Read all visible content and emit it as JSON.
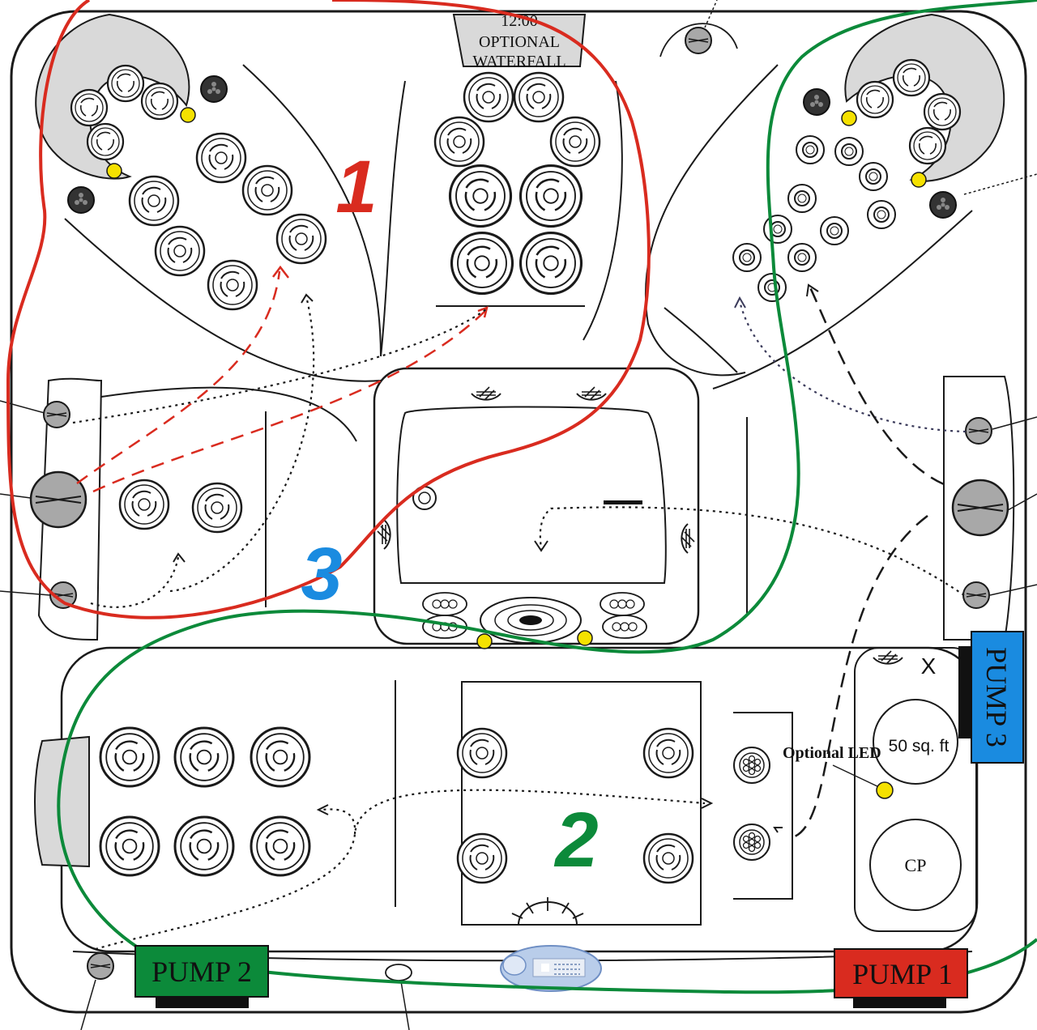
{
  "labels": {
    "waterfall_time": "12:00",
    "waterfall_line1": "OPTIONAL",
    "waterfall_line2": "WATERFALL",
    "optional_led": "Optional LED",
    "area": "50 sq. ft",
    "cp": "CP",
    "x_mark": "X"
  },
  "pumps": [
    {
      "id": "pump1",
      "label": "PUMP 1",
      "color": "#d92b1f"
    },
    {
      "id": "pump2",
      "label": "PUMP 2",
      "color": "#0c8a3a"
    },
    {
      "id": "pump3",
      "label": "PUMP 3",
      "color": "#1a8be0"
    }
  ],
  "zones": [
    {
      "id": "zone1",
      "label": "1",
      "color": "#d92b1f"
    },
    {
      "id": "zone2",
      "label": "2",
      "color": "#0c8a3a"
    },
    {
      "id": "zone3",
      "label": "3",
      "color": "#1a8be0"
    }
  ],
  "colors": {
    "outline": "#1a1a1a",
    "jet_fill": "#ffffff",
    "pillow_gray": "#d9d9d9",
    "valve_gray": "#a8a8a8",
    "led_yellow": "#f5e100"
  }
}
